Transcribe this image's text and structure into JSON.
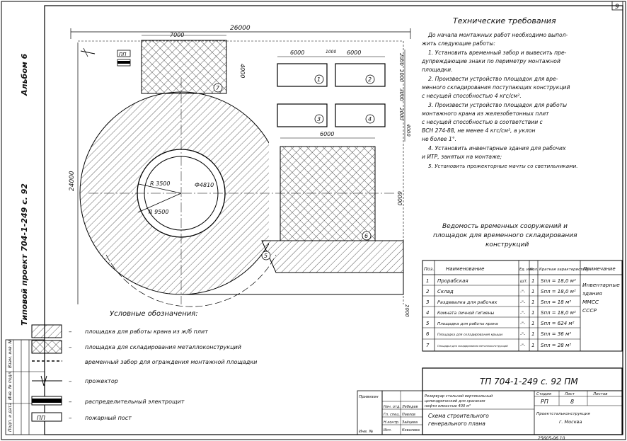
{
  "sheet": {
    "page_number": "9",
    "album": "Альбом 6",
    "project": "Типовой проект 704-1-249 с. 92",
    "stamp_code": "ТП 704-1-249 с. 92 ПМ",
    "footer_code": "25605-06 10"
  },
  "plan": {
    "dim_total_width": "26000",
    "dim_total_height": "24000",
    "dim_7000": "7000",
    "dim_4000": "4000",
    "dim_6000_a": "6000",
    "dim_1000": "1000",
    "dim_6000_b": "6000",
    "dim_6000_c": "6000",
    "dim_6000_v": "6000",
    "dim_2000_a": "2000",
    "dim_2000_b": "2000",
    "dim_2000_c": "2000",
    "dim_3000": "3000",
    "dim_4000_v": "4000",
    "dim_2000_bottom": "2000",
    "radius_3500": "R 3500",
    "radius_9500": "R 9500",
    "diameter": "Ф4810",
    "markers": [
      "1",
      "2",
      "3",
      "4",
      "5",
      "6",
      "7"
    ]
  },
  "requirements": {
    "title": "Технические требования",
    "lines": [
      "До начала монтажных работ необходимо выпол-",
      "жить следующие работы:",
      "1. Установить временный забор и вывесить пре-",
      "дупреждающие знаки по периметру монтажной",
      "площадки.",
      "2. Произвести устройство площадок для вре-",
      "менного складирования поступающих конструкций",
      "с несущей способностью 4 кгс/см².",
      "3. Произвести устройство площадок для работы",
      "монтажного крана из железобетонных плит",
      "с несущей способностью в соответствии с",
      "ВСН 274-88, не менее 4 кгс/см², а уклон",
      "не более 1°.",
      "4. Установить инвентарные здания для рабочих",
      "и ИТР, занятых на монтаже;",
      "5. Установить прожекторные мачты со светильниками."
    ]
  },
  "table": {
    "title_lines": [
      "Ведомость временных сооружений и",
      "площадок для временного складирования",
      "конструкций"
    ],
    "headers": [
      "Поз.",
      "Наименование",
      "Ед. изм.",
      "Кол.",
      "Краткая характеристика",
      "Примечание"
    ],
    "rows": [
      {
        "pos": "1",
        "name": "Прорабская",
        "unit": "шт.",
        "qty": "1",
        "char": "Sпл = 18,0 м²"
      },
      {
        "pos": "2",
        "name": "Склад",
        "unit": "-\"-",
        "qty": "1",
        "char": "Sпл = 18,0 м²"
      },
      {
        "pos": "3",
        "name": "Раздевалка для рабочих",
        "unit": "-\"-",
        "qty": "1",
        "char": "Sпл = 18 м²"
      },
      {
        "pos": "4",
        "name": "Комната личной гигиены",
        "unit": "-\"-",
        "qty": "1",
        "char": "Sпл = 18,0 м²"
      },
      {
        "pos": "5",
        "name": "Площадка для работы крана",
        "unit": "-\"-",
        "qty": "1",
        "char": "Sпл = 624 м²"
      },
      {
        "pos": "6",
        "name": "Площадка для складирования крыши",
        "unit": "-\"-",
        "qty": "1",
        "char": "Sпл = 36 м²"
      },
      {
        "pos": "7",
        "name": "Площадка для складирования металлоконструкций",
        "unit": "-\"-",
        "qty": "1",
        "char": "Sпл = 28 м²"
      }
    ],
    "note_lines": [
      "Инвентарные",
      "здания",
      "ММСС",
      "СССР"
    ]
  },
  "legend": {
    "title": "Условные обозначения:",
    "items": [
      "площадка для работы крана из ж/б плит",
      "площадка для складирования металлоконструкций",
      "временный забор для ограждения монтажной площадки",
      "прожектор",
      "распределительный электрощит",
      "пожарный пост"
    ],
    "fire_post_label": "ПП"
  },
  "stamp": {
    "prinyal": "Привязан",
    "inv": "Инв. №",
    "desc_line1": "Резервуар стальной вертикальный",
    "desc_line2": "цилиндрический для хранения",
    "desc_line3": "нефти емкостью 400 м³",
    "sheet_title_line1": "Схема строительного",
    "sheet_title_line2": "генерального плана",
    "stage_label": "Стадия",
    "sheet_label": "Лист",
    "sheets_label": "Листов",
    "stage": "РП",
    "sheet_no": "8",
    "org_line1": "Проектстальконструкция",
    "org_line2": "г. Москва",
    "signatures": [
      {
        "role": "Нач. отд.",
        "name": "Лебедев"
      },
      {
        "role": "Гл. спец.",
        "name": "Павлов"
      },
      {
        "role": "Н.контр.",
        "name": "Зайцева"
      },
      {
        "role": "Исп.",
        "name": "Ковалева"
      }
    ],
    "side_cells": [
      "Подп. и дата",
      "Инв. № подл.",
      "Взам. инв. №"
    ]
  }
}
